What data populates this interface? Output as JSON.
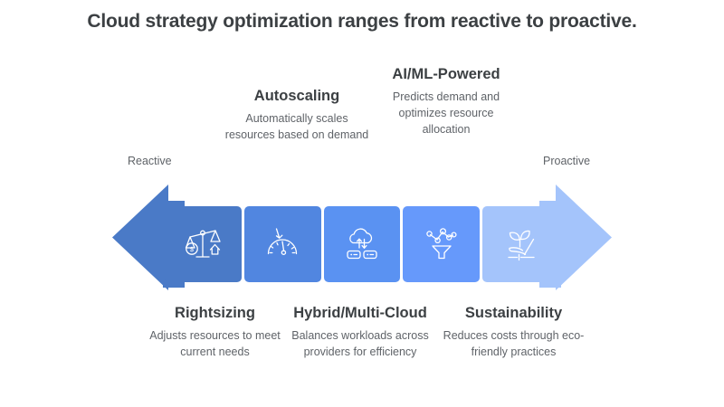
{
  "page": {
    "title": "Cloud strategy optimization ranges from reactive to proactive."
  },
  "axis": {
    "left_label": "Reactive",
    "right_label": "Proactive",
    "left_arrow_color": "#4a7ac7",
    "right_arrow_color": "#a4c4fb"
  },
  "stages": [
    {
      "id": "rightsizing",
      "title": "Rightsizing",
      "description": "Adjusts resources to meet current needs",
      "color": "#4a7ac7",
      "icon": "balance-scale-dollar-icon",
      "position": "below"
    },
    {
      "id": "autoscaling",
      "title": "Autoscaling",
      "description": "Automatically scales resources based on demand",
      "color": "#5186e0",
      "icon": "gauge-down-arrow-icon",
      "position": "above"
    },
    {
      "id": "hybrid-multi-cloud",
      "title": "Hybrid/Multi-Cloud",
      "description": "Balances workloads across providers for efficiency",
      "color": "#5a92f2",
      "icon": "cloud-sync-servers-icon",
      "position": "below"
    },
    {
      "id": "ai-ml-powered",
      "title": "AI/ML-Powered",
      "description": "Predicts demand and optimizes resource allocation",
      "color": "#6699fb",
      "icon": "network-funnel-icon",
      "position": "above"
    },
    {
      "id": "sustainability",
      "title": "Sustainability",
      "description": "Reduces costs through eco-friendly practices",
      "color": "#a4c4fb",
      "icon": "sprout-hand-icon",
      "position": "below"
    }
  ]
}
